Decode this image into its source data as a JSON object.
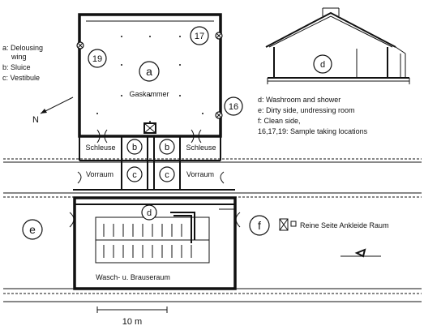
{
  "legend_left": [
    "a: Delousing",
    "wing",
    "b: Sluice",
    "c: Vestibule"
  ],
  "legend_right": [
    "d: Washroom and shower",
    "e: Dirty side, undressing room",
    "f: Clean side,",
    "16,17,19: Sample taking locations"
  ],
  "room_letters": {
    "a": "a",
    "b1": "b",
    "b2": "b",
    "c1": "c",
    "c2": "c",
    "d_plan": "d",
    "d_section": "d",
    "e": "e",
    "f": "f"
  },
  "sample_numbers": {
    "s19": "19",
    "s17": "17",
    "s16": "16"
  },
  "plan_labels": {
    "gaskammer": "Gaskammer",
    "schleuse1": "Schleuse",
    "schleuse2": "Schleuse",
    "vorraum1": "Vorraum",
    "vorraum2": "Vorraum",
    "wasch": "Wasch- u. Brauseraum",
    "reine_seite": "Reine Seite Ankleide Raum",
    "north": "N",
    "scale": "10 m"
  }
}
